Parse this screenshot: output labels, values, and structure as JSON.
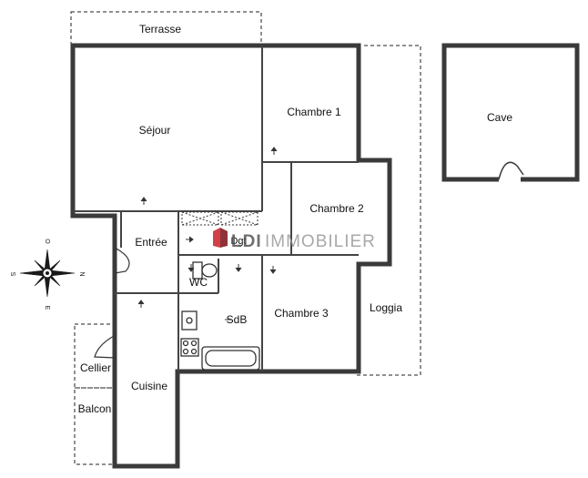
{
  "rooms": {
    "terrasse": "Terrasse",
    "sejour": "Séjour",
    "chambre1": "Chambre 1",
    "chambre2": "Chambre 2",
    "chambre3": "Chambre 3",
    "entree": "Entrée",
    "dgt": "Dgt",
    "wc": "WC",
    "sdb": "SdB",
    "cuisine": "Cuisine",
    "cellier": "Cellier",
    "balcon": "Balcon",
    "loggia": "Loggia",
    "cave": "Cave"
  },
  "compass": {
    "north": "N",
    "south": "S",
    "east": "E",
    "west": "O"
  },
  "watermark": {
    "brand": "LDI",
    "text": "IMMOBILIER",
    "colors": {
      "red": "#c8202a",
      "grey": "#9a9a9a"
    }
  }
}
